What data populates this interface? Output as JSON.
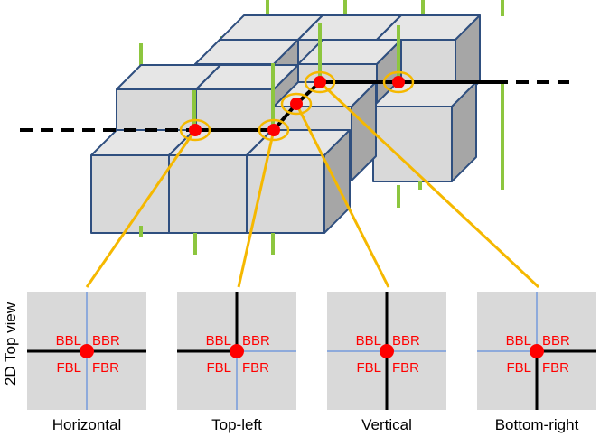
{
  "side_label": "2D Top view",
  "panels": [
    {
      "name": "Horizontal",
      "dark": [
        "left",
        "right"
      ]
    },
    {
      "name": "Top-left",
      "dark": [
        "left",
        "top"
      ]
    },
    {
      "name": "Vertical",
      "dark": [
        "top",
        "bottom"
      ]
    },
    {
      "name": "Bottom-right",
      "dark": [
        "right",
        "bottom"
      ]
    }
  ],
  "quadrant_labels": {
    "top_left": "BBL",
    "top_right": "BBR",
    "bottom_left": "FBL",
    "bottom_right": "FBR"
  },
  "colors": {
    "cube_front": "#d9d9d9",
    "cube_top": "#e6e6e6",
    "cube_side": "#a6a6a6",
    "cube_edge": "#2f4f7f",
    "pillar": "#8dc63f",
    "connector": "#f5b800",
    "junction": "#ff0000",
    "panel_bg": "#d9d9d9",
    "light_line": "#8eaadb",
    "dark_line": "#000000",
    "label_red": "#ff0000"
  }
}
